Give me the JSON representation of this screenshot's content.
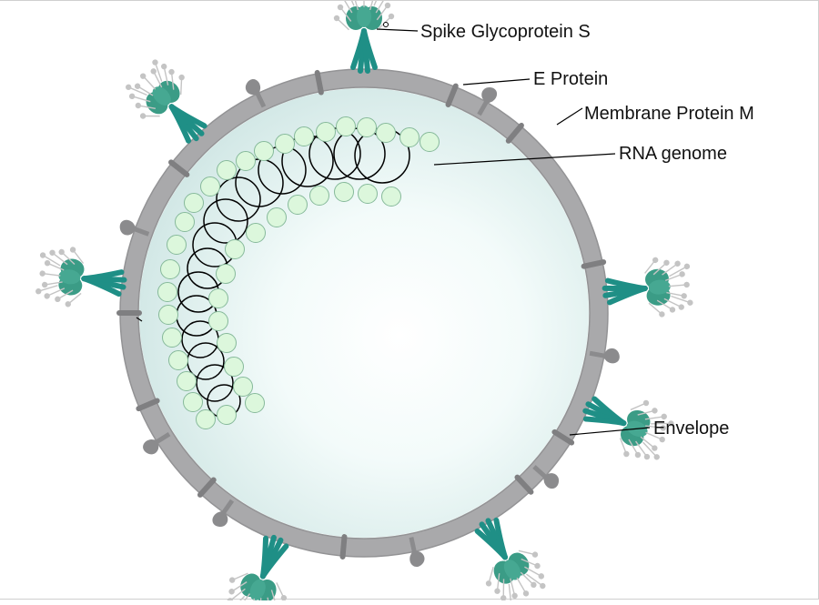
{
  "labels": {
    "spike": "Spike Glycoprotein S",
    "e_protein": "E Protein",
    "membrane_protein": "Membrane Protein M",
    "rna": "RNA genome",
    "envelope": "Envelope"
  },
  "colors": {
    "envelope": "#a9a9ab",
    "envelope_edge": "#8e8e90",
    "interior_light": "#ffffff",
    "interior_dark": "#cfe6e4",
    "spike": "#1f8f86",
    "spike_head": "#3b9c86",
    "glycan": "#c4c4c4",
    "m_protein": "#8b8b8d",
    "e_protein": "#7f7f81",
    "rna_bead_fill": "#dcf7dc",
    "rna_bead_stroke": "#86b99a",
    "rna_coil": "#000000",
    "leader": "#000000"
  },
  "icons": {
    "spike": "spike-glycoprotein-icon",
    "m_protein": "membrane-protein-icon",
    "e_protein": "e-protein-icon"
  }
}
